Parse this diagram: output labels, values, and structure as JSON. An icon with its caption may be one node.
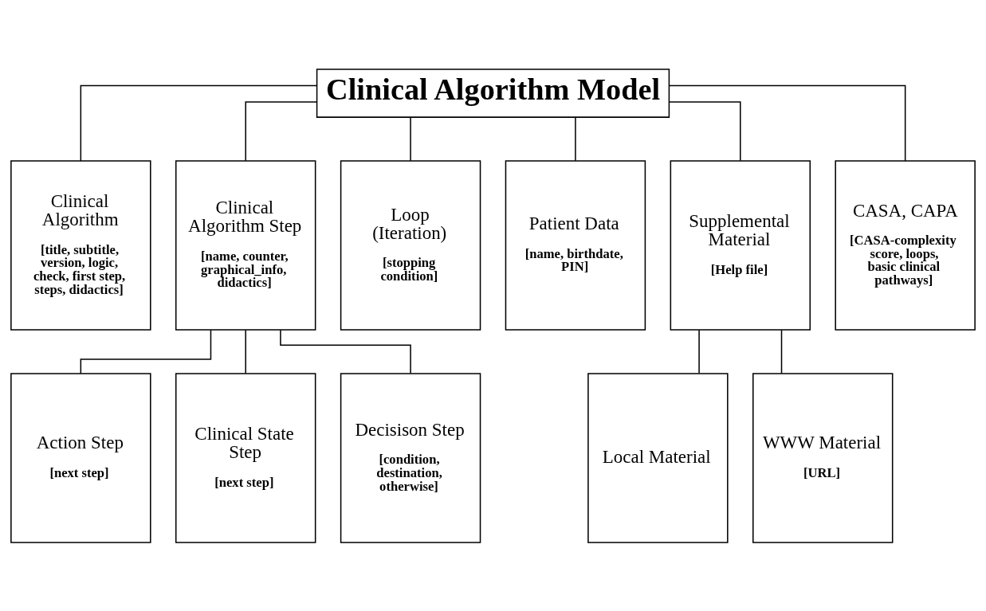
{
  "diagram": {
    "nodes": [
      {
        "text": [
          "Clinical Algorithm Model"
        ]
      },
      {
        "text": [
          "Clinical Algorithm",
          "[title, subtitle, version, logic, check, first step, steps, didactics]"
        ]
      },
      {
        "text": [
          "Clinical Algorithm Step",
          "[name, counter, graphical_info, didactics]"
        ]
      },
      {
        "text": [
          "Loop (Iteration)",
          "[stopping condition]"
        ]
      },
      {
        "text": [
          "Patient Data",
          "[name, birthdate, PIN]"
        ]
      },
      {
        "text": [
          "Supplemental Material",
          "[Help file]"
        ]
      },
      {
        "text": [
          "CASA, CAPA",
          "[CASA-complexity score, loops, basic clinical pathways]"
        ]
      },
      {
        "text": [
          "Action Step",
          "[next step]"
        ]
      },
      {
        "text": [
          "Clinical State Step",
          "[next step]"
        ]
      },
      {
        "text": [
          "Decisison Step",
          "[condition, destination, otherwise]"
        ]
      },
      {
        "text": [
          "Local Material"
        ]
      },
      {
        "text": [
          "WWW Material",
          "[URL]"
        ]
      }
    ],
    "edges": [
      {
        "from": 0,
        "to": 1,
        "arrow": "none"
      },
      {
        "from": 0,
        "to": 2,
        "arrow": "none"
      },
      {
        "from": 0,
        "to": 3,
        "arrow": "none"
      },
      {
        "from": 0,
        "to": 4,
        "arrow": "none"
      },
      {
        "from": 0,
        "to": 5,
        "arrow": "none"
      },
      {
        "from": 0,
        "to": 6,
        "arrow": "none"
      },
      {
        "from": 2,
        "to": 7,
        "arrow": "none"
      },
      {
        "from": 2,
        "to": 8,
        "arrow": "none"
      },
      {
        "from": 2,
        "to": 9,
        "arrow": "none"
      },
      {
        "from": 5,
        "to": 10,
        "arrow": "none"
      },
      {
        "from": 5,
        "to": 11,
        "arrow": "none"
      }
    ]
  }
}
